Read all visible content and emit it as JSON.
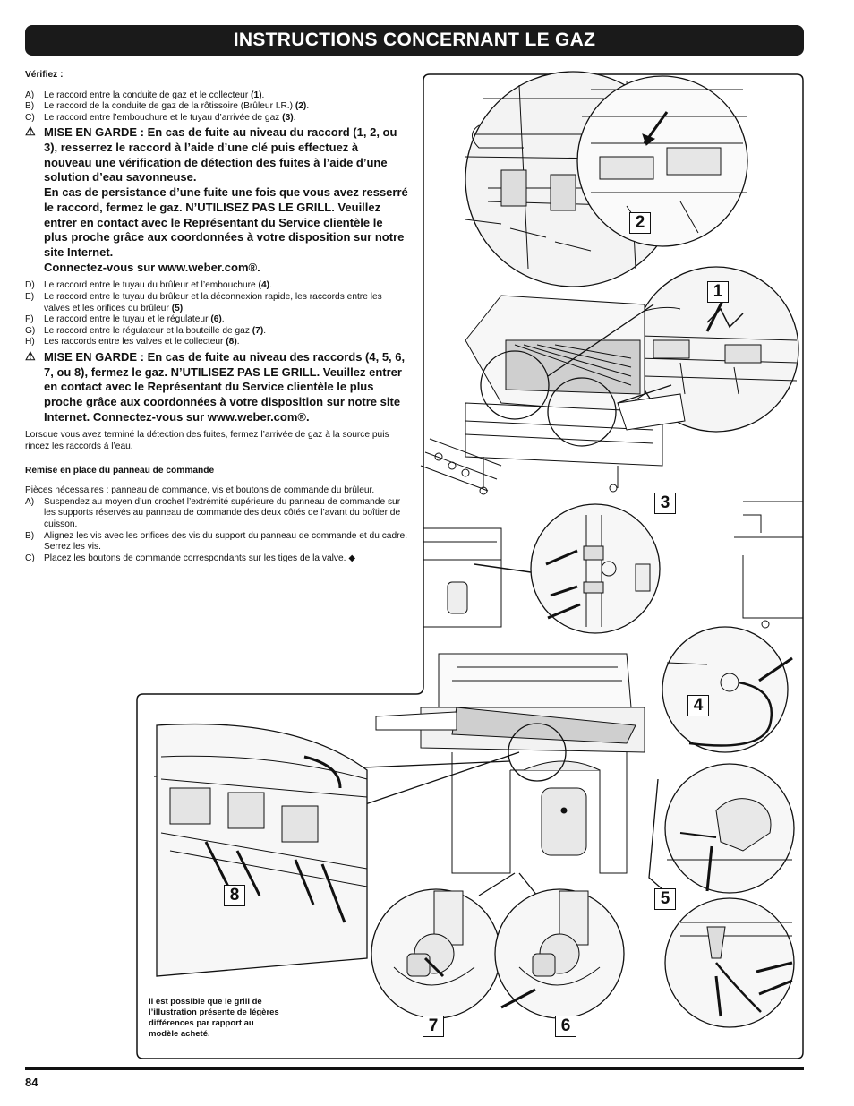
{
  "header": {
    "title": "INSTRUCTIONS CONCERNANT LE GAZ"
  },
  "check": {
    "heading": "Vérifiez :",
    "items1": [
      {
        "letter": "A)",
        "text": "Le raccord entre la conduite de gaz et le collecteur ",
        "ref": "(1)",
        "end": "."
      },
      {
        "letter": "B)",
        "text": "Le raccord de la conduite de gaz de la rôtissoire (Brûleur I.R.) ",
        "ref": "(2)",
        "end": "."
      },
      {
        "letter": "C)",
        "text": "Le raccord entre l’embouchure et le tuyau d’arrivée de gaz ",
        "ref": "(3)",
        "end": "."
      }
    ],
    "warning1": "MISE EN GARDE : En cas de fuite au niveau du raccord (1, 2, ou 3), resserrez le raccord à l’aide d’une clé puis effectuez à nouveau une vérification de détection des fuites à l’aide d’une solution d’eau savonneuse.",
    "warning1b": "En cas de persistance d’une fuite une fois que vous avez resserré le raccord, fermez le gaz. N’UTILISEZ PAS LE GRILL. Veuillez entrer en contact avec le Représentant du Service clientèle le plus proche grâce aux coordonnées à votre disposition sur notre site Internet.",
    "warning1c": "Connectez-vous sur www.weber.com®.",
    "items2": [
      {
        "letter": "D)",
        "text": "Le raccord entre le tuyau du brûleur et l’embouchure ",
        "ref": "(4)",
        "end": "."
      },
      {
        "letter": "E)",
        "text": "Le raccord entre le tuyau du brûleur et la déconnexion rapide, les raccords entre les valves et les orifices du brûleur ",
        "ref": "(5)",
        "end": "."
      },
      {
        "letter": "F)",
        "text": "Le raccord entre le tuyau et le régulateur ",
        "ref": "(6)",
        "end": "."
      },
      {
        "letter": "G)",
        "text": "Le raccord entre le régulateur et la bouteille de gaz ",
        "ref": "(7)",
        "end": "."
      },
      {
        "letter": "H)",
        "text": "Les raccords entre les valves et le collecteur ",
        "ref": "(8)",
        "end": "."
      }
    ],
    "warning2": "MISE EN GARDE : En cas de fuite au niveau des raccords (4, 5, 6, 7, ou 8), fermez le gaz. N’UTILISEZ PAS LE GRILL. Veuillez entrer en contact avec le Représentant du Service clientèle le plus proche grâce aux coordonnées à votre disposition sur notre site Internet. Connectez-vous sur www.weber.com®.",
    "after": "Lorsque vous avez terminé la détection des fuites, fermez l’arrivée de gaz à la source puis rincez les raccords à l’eau."
  },
  "replace": {
    "heading": "Remise en place du panneau de commande",
    "parts": "Pièces nécessaires : panneau de commande, vis et boutons de commande du brûleur.",
    "steps": [
      {
        "letter": "A)",
        "text": "Suspendez au moyen d’un crochet l’extrémité supérieure du panneau de commande sur les supports réservés au panneau de commande des deux côtés de l’avant du boîtier de cuisson."
      },
      {
        "letter": "B)",
        "text": "Alignez les vis avec les orifices des vis du support du panneau de commande et du cadre. Serrez les vis."
      },
      {
        "letter": "C)",
        "text": "Placez les boutons de commande correspondants sur les tiges de la valve. ◆"
      }
    ]
  },
  "figure": {
    "callouts": [
      "1",
      "2",
      "3",
      "4",
      "5",
      "6",
      "7",
      "8"
    ],
    "note": "Il est possible que le grill de l’illustration présente de légères différences par rapport au modèle acheté."
  },
  "footer": {
    "page": "84"
  },
  "icons": {
    "warning": "warning-triangle-icon"
  }
}
